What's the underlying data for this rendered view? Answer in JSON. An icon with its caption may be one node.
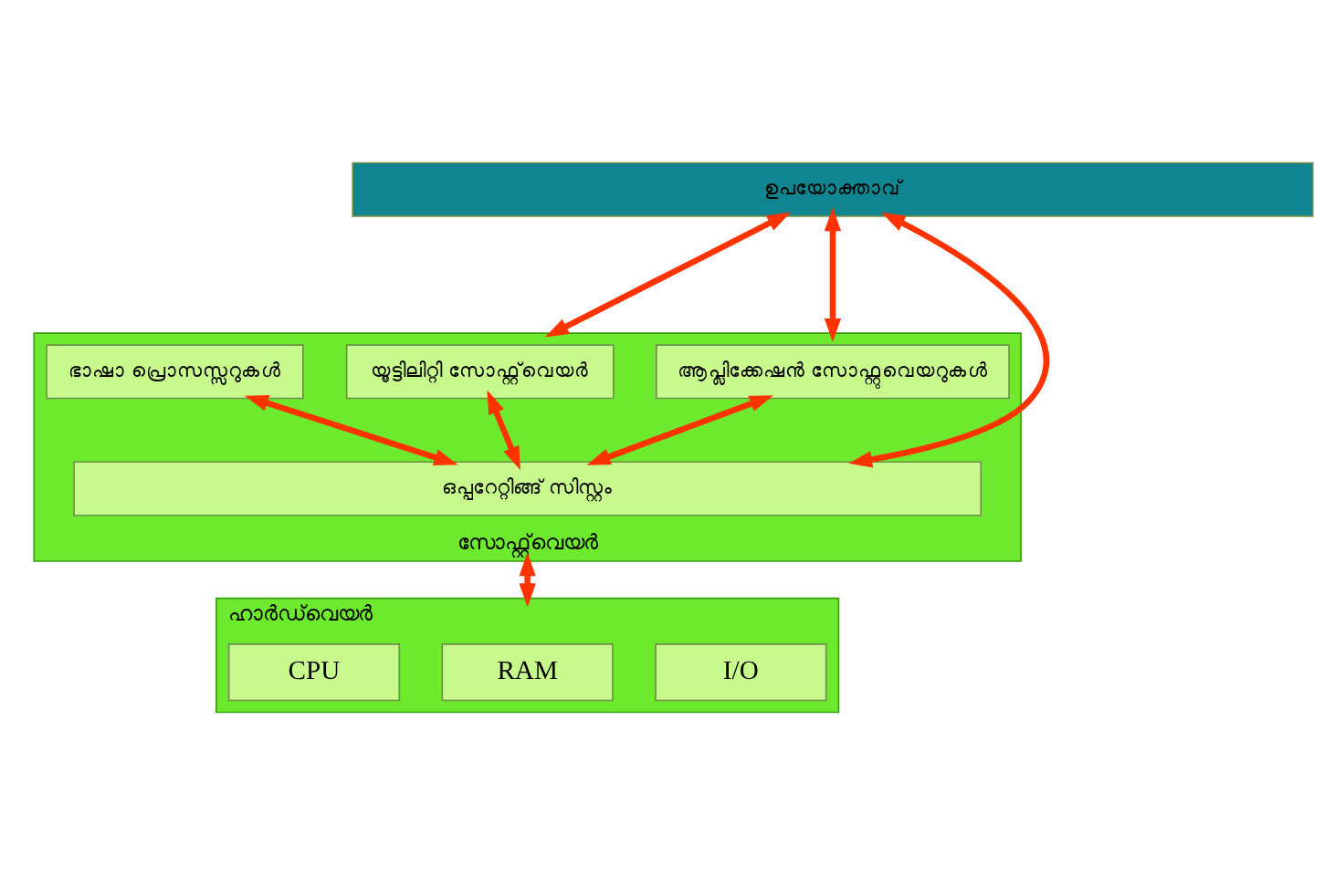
{
  "diagram": {
    "nodes": [
      {
        "text": [
          "ഉപയോക്താവ്"
        ]
      },
      {
        "text": [
          "സോഫ്റ്റ്‌വെയർ"
        ]
      },
      {
        "text": [
          "ഭാഷാ പ്രൊസസ്സറുകൾ"
        ],
        "in": 1
      },
      {
        "text": [
          "യൂട്ടിലിറ്റി സോഫ്റ്റ്‌വെയർ"
        ],
        "in": 1
      },
      {
        "text": [
          "ആപ്ലിക്കേഷൻ സോഫ്റ്റുവെയറുകൾ"
        ],
        "in": 1
      },
      {
        "text": [
          "ഒപ്പറേറ്റിങ്ങ് സിസ്റ്റം"
        ],
        "in": 1
      },
      {
        "text": [
          "ഹാർഡ്‌വെയർ"
        ]
      },
      {
        "text": [
          "CPU"
        ],
        "in": 6
      },
      {
        "text": [
          "RAM"
        ],
        "in": 6
      },
      {
        "text": [
          "I/O"
        ],
        "in": 6
      }
    ],
    "edges": [
      {
        "from": 0,
        "to": 5,
        "arrow": "both"
      },
      {
        "from": 0,
        "to": 1,
        "arrow": "both"
      },
      {
        "from": 0,
        "to": 1,
        "arrow": "both"
      },
      {
        "from": 2,
        "to": 5,
        "arrow": "both"
      },
      {
        "from": 3,
        "to": 5,
        "arrow": "both"
      },
      {
        "from": 4,
        "to": 5,
        "arrow": "both"
      },
      {
        "from": 1,
        "to": 6,
        "arrow": "both"
      }
    ]
  }
}
